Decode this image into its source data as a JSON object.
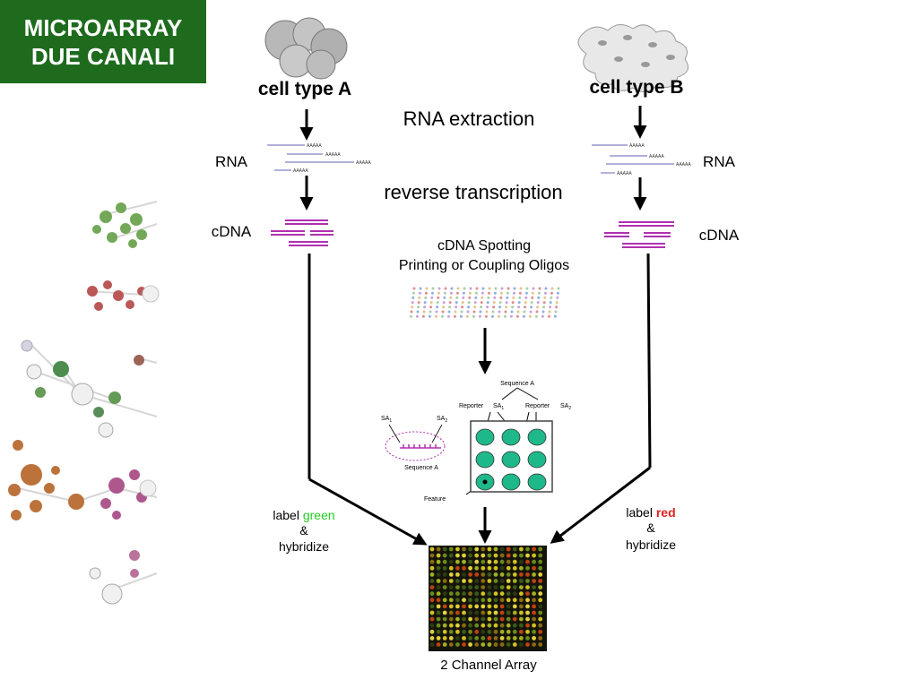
{
  "slide": {
    "title_line1": "MICROARRAY",
    "title_line2": "DUE CANALI"
  },
  "diagram": {
    "cell_a": "cell type A",
    "cell_b": "cell type B",
    "rna_extraction": "RNA extraction",
    "reverse_transcription": "reverse transcription",
    "rna_left": "RNA",
    "rna_right": "RNA",
    "cdna_left": "cDNA",
    "cdna_right": "cDNA",
    "polya": "AAAAA",
    "spotting_line1": "cDNA Spotting",
    "spotting_line2": "Printing or Coupling Oligos",
    "sequence_a_top": "Sequence A",
    "reporter": "Reporter",
    "sa1": "SA",
    "sa2": "SA",
    "sub1": "1",
    "sub2": "2",
    "sequence_a_bottom": "Sequence A",
    "feature": "Feature",
    "label_left_1": "label",
    "label_left_color": "green",
    "label_left_amp": "&",
    "label_left_3": "hybridize",
    "label_right_1": "label",
    "label_right_color": "red",
    "label_right_amp": "&",
    "label_right_3": "hybridize",
    "array_caption": "2 Channel Array"
  },
  "colors": {
    "title_bg": "#1e6b1e",
    "green_label": "#22cc22",
    "red_label": "#e02020",
    "cdna": "#b030b0",
    "spot": "#1fb88a"
  }
}
